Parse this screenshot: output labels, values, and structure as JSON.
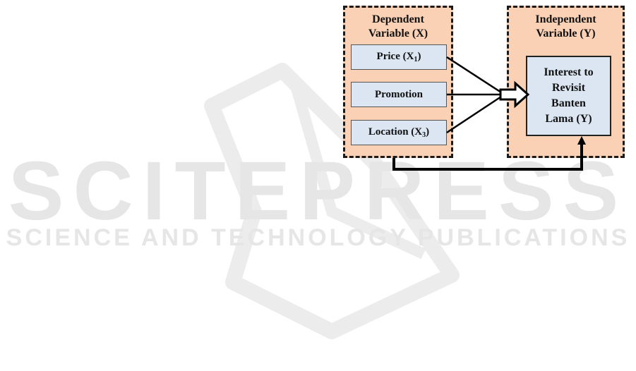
{
  "watermark": {
    "brand": "SCITEPRESS",
    "tagline": "SCIENCE AND TECHNOLOGY PUBLICATIONS"
  },
  "diagram": {
    "dependent_group": {
      "title": "Dependent\nVariable (X)",
      "variables": [
        {
          "label": "Price (X",
          "subscript": "1",
          "suffix": ")"
        },
        {
          "label": "Promotion",
          "subscript": "",
          "suffix": ""
        },
        {
          "label": "Location (X",
          "subscript": "3",
          "suffix": ")"
        }
      ]
    },
    "independent_group": {
      "title": "Independent\nVariable (Y)",
      "target": "Interest to\nRevisit\nBanten\nLama (Y)"
    }
  },
  "colors": {
    "group_fill": "#fad1b5",
    "box_fill": "#dbe6f2",
    "watermark": "#e6e6e6"
  }
}
